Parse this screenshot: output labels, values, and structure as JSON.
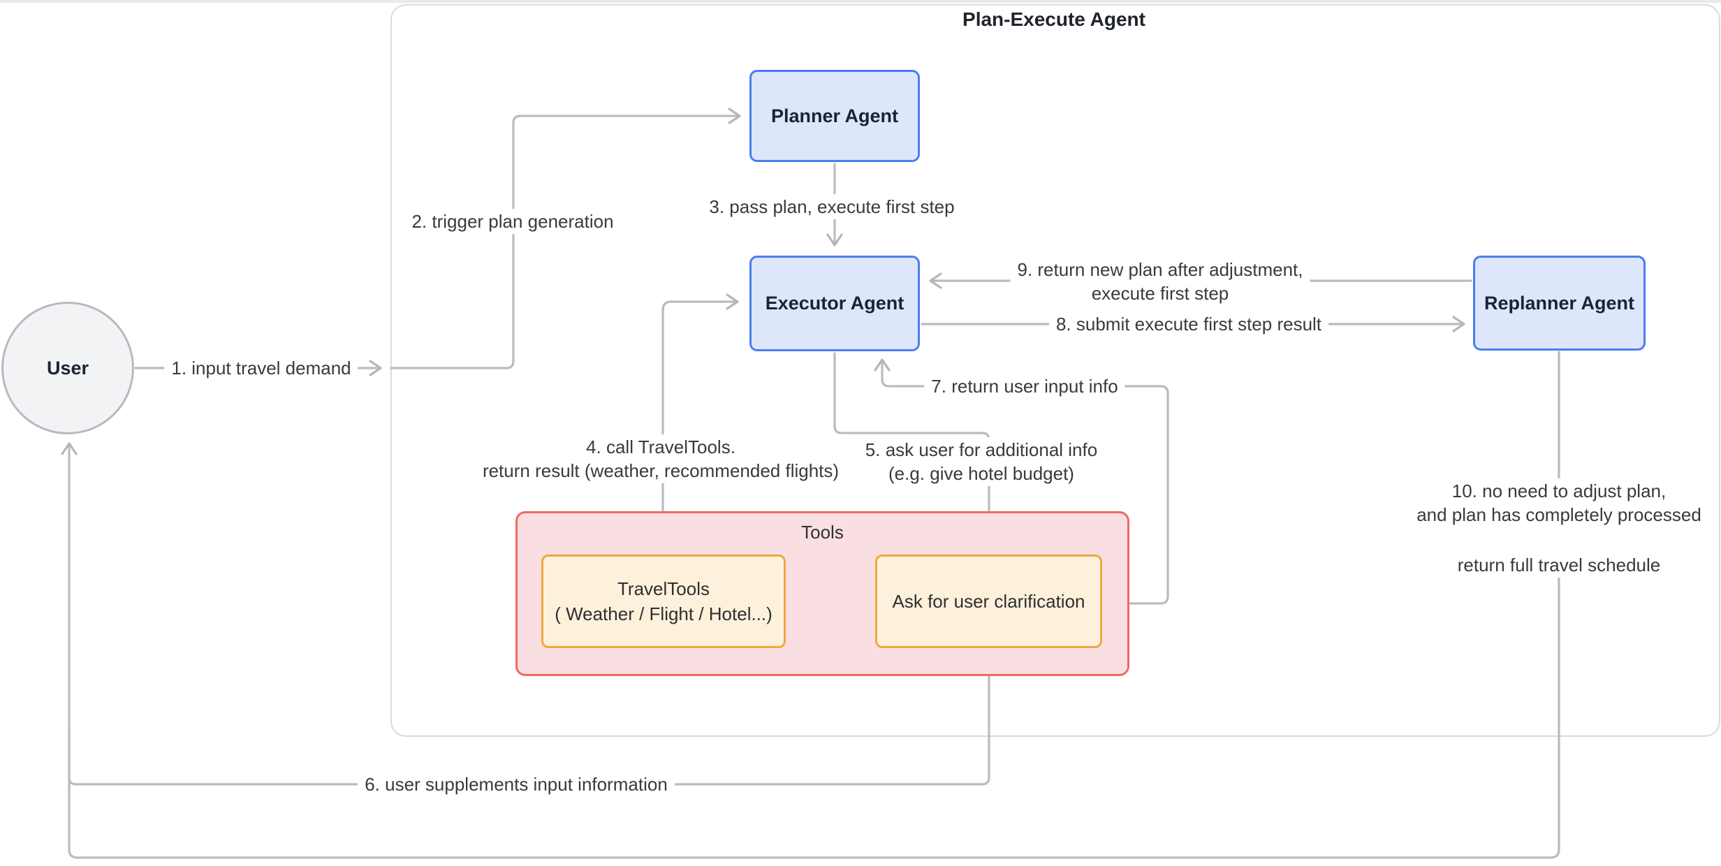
{
  "page": {
    "title": "Plan-Execute Agent"
  },
  "colors": {
    "agent_fill": "#dde6fb",
    "agent_border": "#4a7df0",
    "tools_fill": "#fadfe2",
    "tools_border": "#ee6a62",
    "tool_box_fill": "#fdf1dc",
    "tool_box_border": "#f2a73f",
    "wire": "#b9bcbe",
    "container_border": "#d9dbde"
  },
  "nodes": {
    "user": {
      "label": "User"
    },
    "planner": {
      "label": "Planner Agent"
    },
    "executor": {
      "label": "Executor Agent"
    },
    "replanner": {
      "label": "Replanner Agent"
    },
    "tools_group": {
      "label": "Tools"
    },
    "travel_tools": {
      "line1": "TravelTools",
      "line2": "( Weather / Flight / Hotel...)"
    },
    "ask_clarification": {
      "label": "Ask for user clarification"
    }
  },
  "edges": {
    "e1": {
      "label": "1. input travel demand"
    },
    "e2": {
      "label": "2. trigger plan generation"
    },
    "e3": {
      "label": "3. pass plan, execute first step"
    },
    "e4": {
      "line1": "4. call TravelTools.",
      "line2": "return result (weather, recommended flights)"
    },
    "e5": {
      "line1": "5. ask user for additional info",
      "line2": "(e.g. give hotel budget)"
    },
    "e6": {
      "label": "6. user supplements input information"
    },
    "e7": {
      "label": "7. return user input info"
    },
    "e8": {
      "label": "8. submit execute first step result"
    },
    "e9": {
      "line1": "9. return new plan after adjustment,",
      "line2": "execute first step"
    },
    "e10": {
      "line1": "10. no need to adjust plan,",
      "line2": "and plan has completely processed",
      "line3": "return full travel schedule"
    }
  }
}
